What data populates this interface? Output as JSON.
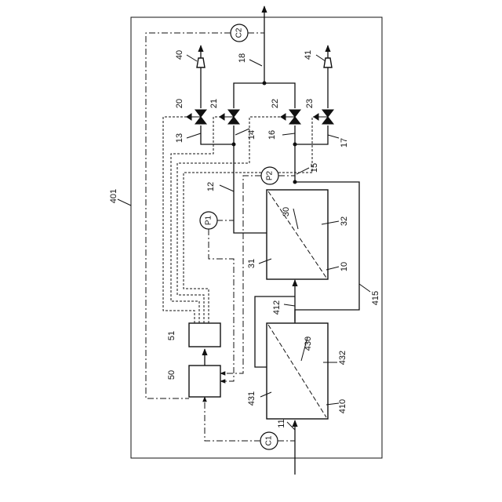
{
  "labels": {
    "system": "401",
    "pipe_10": "10",
    "pipe_11": "11",
    "pipe_12": "12",
    "pipe_13": "13",
    "pipe_14": "14",
    "pipe_15": "15",
    "pipe_16": "16",
    "pipe_17": "17",
    "pipe_18": "18",
    "valve_20": "20",
    "valve_21": "21",
    "valve_22": "22",
    "valve_23": "23",
    "membrane_30": "30",
    "side_31": "31",
    "side_32": "32",
    "vent_40": "40",
    "vent_41": "41",
    "controller_50": "50",
    "unit_51": "51",
    "module_410": "410",
    "line_412": "412",
    "line_415": "415",
    "membrane_430": "430",
    "side_431": "431",
    "side_432": "432"
  },
  "gauges": {
    "c1": "C1",
    "c2": "C2",
    "p1": "P1",
    "p2": "P2"
  }
}
